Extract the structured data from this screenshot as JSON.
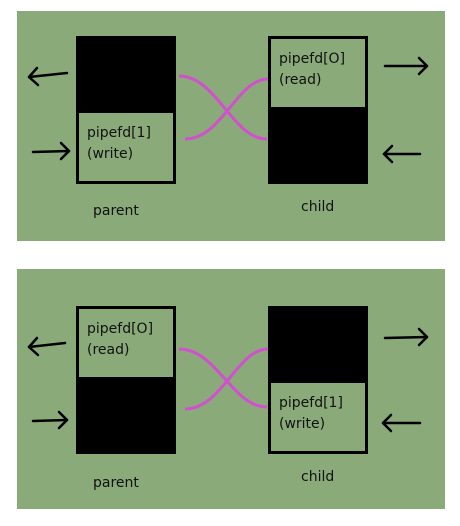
{
  "diagrams": [
    {
      "parent": {
        "label": "parent",
        "fd_line1": "pipefd[1]",
        "fd_line2": "(write)"
      },
      "child": {
        "label": "child",
        "fd_line1": "pipefd[O]",
        "fd_line2": "(read)"
      }
    },
    {
      "parent": {
        "label": "parent",
        "fd_line1": "pipefd[O]",
        "fd_line2": "(read)"
      },
      "child": {
        "label": "child",
        "fd_line1": "pipefd[1]",
        "fd_line2": "(write)"
      }
    }
  ],
  "colors": {
    "background": "#8aaa7a",
    "box": "#000000",
    "pipe": "#d24fd0"
  }
}
